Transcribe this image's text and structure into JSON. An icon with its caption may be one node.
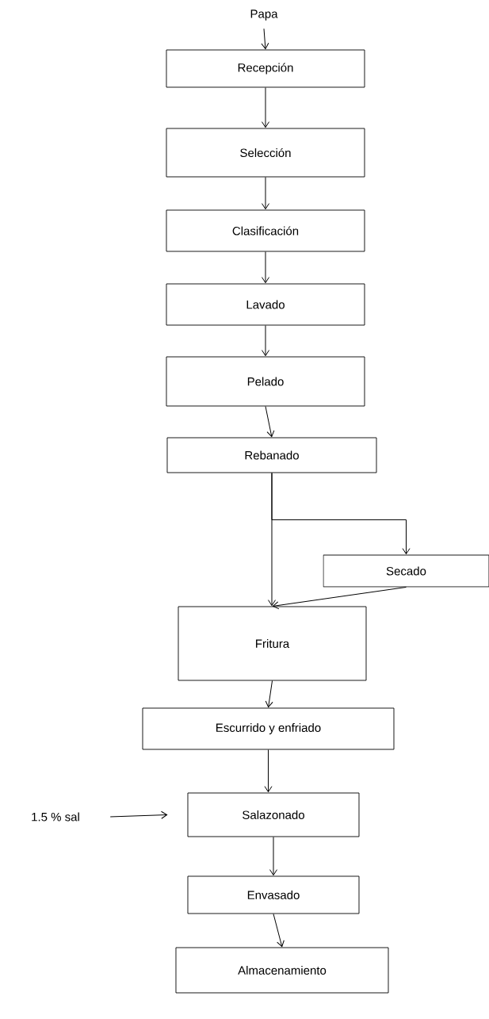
{
  "diagram": {
    "nodes": [
      {
        "text": [
          "Papa"
        ]
      },
      {
        "text": [
          "Recepción"
        ]
      },
      {
        "text": [
          "Selección"
        ]
      },
      {
        "text": [
          "Clasificación"
        ]
      },
      {
        "text": [
          "Lavado"
        ]
      },
      {
        "text": [
          "Pelado"
        ]
      },
      {
        "text": [
          "Rebanado"
        ]
      },
      {
        "text": [
          "Secado"
        ]
      },
      {
        "text": [
          "Fritura"
        ]
      },
      {
        "text": [
          "Escurrido y enfriado"
        ]
      },
      {
        "text": [
          "1.5 %  sal"
        ]
      },
      {
        "text": [
          "Salazonado"
        ]
      },
      {
        "text": [
          "Envasado"
        ]
      },
      {
        "text": [
          "Almacenamiento"
        ]
      }
    ],
    "edges": [
      {
        "from": 0,
        "to": 1,
        "arrow": "to"
      },
      {
        "from": 1,
        "to": 2,
        "arrow": "to"
      },
      {
        "from": 2,
        "to": 3,
        "arrow": "to"
      },
      {
        "from": 3,
        "to": 4,
        "arrow": "to"
      },
      {
        "from": 4,
        "to": 5,
        "arrow": "to"
      },
      {
        "from": 5,
        "to": 6,
        "arrow": "to"
      },
      {
        "from": 6,
        "to": 8,
        "arrow": "to"
      },
      {
        "from": 6,
        "to": 7,
        "arrow": "to"
      },
      {
        "from": 7,
        "to": 8,
        "arrow": "to"
      },
      {
        "from": 8,
        "to": 9,
        "arrow": "to"
      },
      {
        "from": 10,
        "to": 11,
        "arrow": "to"
      },
      {
        "from": 9,
        "to": 11,
        "arrow": "to"
      },
      {
        "from": 11,
        "to": 12,
        "arrow": "to"
      },
      {
        "from": 12,
        "to": 13,
        "arrow": "to"
      }
    ]
  }
}
